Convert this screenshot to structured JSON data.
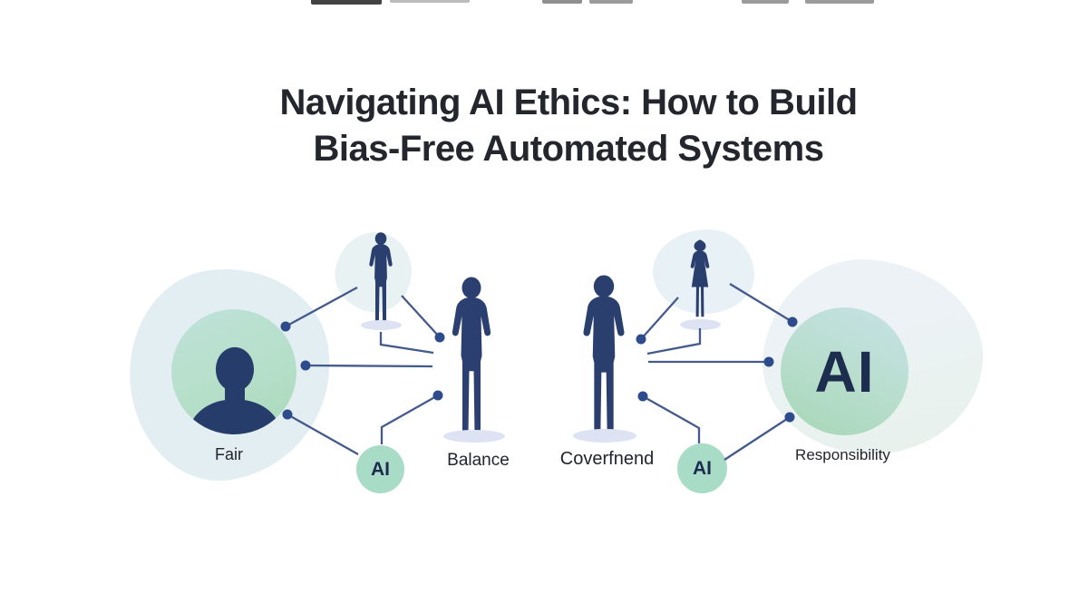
{
  "title": {
    "line1": "Navigating AI Ethics: How to Build",
    "line2": "Bias-Free Automated Systems"
  },
  "labels": {
    "fair": "Fair",
    "balance": "Balance",
    "government": "Coverfnend",
    "responsibility": "Responsibility"
  },
  "ai_nodes": {
    "small_left": "AI",
    "small_right": "AI",
    "large": "AI"
  },
  "palette": {
    "silhouette_navy": "#2a3f6e",
    "connector_line": "#44598c",
    "connector_dot": "#2e4c8c",
    "mint_circle": "#a9dcc7",
    "circle_gradient_teal": "#c0e2dc",
    "circle_gradient_green": "#a8d8b9",
    "blob_light_blue": "#e6eff4",
    "ground_shadow": "#dde3f3",
    "title_text": "#23262c"
  }
}
